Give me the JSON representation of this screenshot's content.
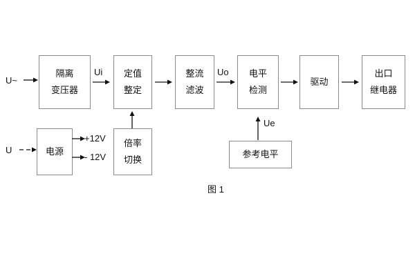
{
  "figure": {
    "caption": "图 1",
    "colors": {
      "background": "#ffffff",
      "box_border": "#8a8a8a",
      "text": "#111111",
      "arrow": "#111111"
    }
  },
  "inputs": [
    {
      "id": "u-ac",
      "label": "U~",
      "style": "solid-arrow"
    },
    {
      "id": "u-dc",
      "label": "U",
      "style": "dashed-arrow"
    }
  ],
  "signals": [
    {
      "id": "ui",
      "label": "Ui"
    },
    {
      "id": "uo",
      "label": "Uo"
    },
    {
      "id": "ue",
      "label": "Ue"
    }
  ],
  "supply_rails": [
    {
      "id": "rail-pos",
      "label": "+12V"
    },
    {
      "id": "rail-neg",
      "label": "- 12V"
    }
  ],
  "blocks": {
    "isolation_transformer": {
      "line1": "隔离",
      "line2": "变压器"
    },
    "setting_value": {
      "line1": "定值",
      "line2": "整定"
    },
    "rectify_filter": {
      "line1": "整流",
      "line2": "滤波"
    },
    "level_detection": {
      "line1": "电平",
      "line2": "检测"
    },
    "drive": {
      "line1": "驱动",
      "line2": ""
    },
    "output_relay": {
      "line1": "出口",
      "line2": "继电器"
    },
    "power_supply": {
      "line1": "电源",
      "line2": ""
    },
    "ratio_switch": {
      "line1": "倍率",
      "line2": "切换"
    },
    "reference_level": {
      "line1": "参考电平",
      "line2": ""
    }
  }
}
